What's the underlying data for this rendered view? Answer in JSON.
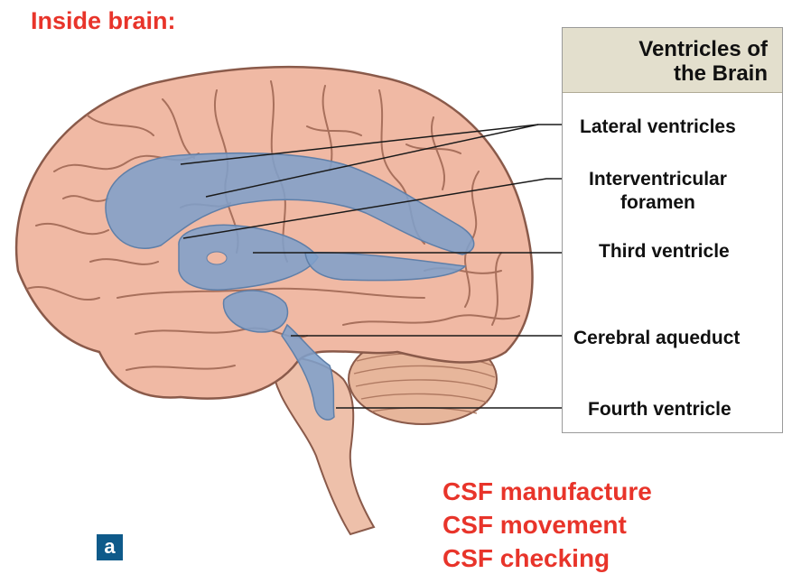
{
  "heading": "Inside brain:",
  "legend": {
    "title_line1": "Ventricles of",
    "title_line2": "the Brain",
    "labels": {
      "lateral_ventricles": "Lateral ventricles",
      "interventricular_line1": "Interventricular",
      "interventricular_line2": "foramen",
      "third_ventricle": "Third ventricle",
      "cerebral_aqueduct": "Cerebral aqueduct",
      "fourth_ventricle": "Fourth ventricle"
    }
  },
  "csf_items": [
    "CSF manufacture",
    "CSF movement",
    "CSF checking"
  ],
  "panel_badge": "a",
  "colors": {
    "heading_red": "#e8342a",
    "brain_pink": "#f0b9a4",
    "ventricle_blue": "#7f9fc9",
    "cerebellum_tan": "#e7b69b",
    "legend_header": "#e3dfcd",
    "badge_blue": "#0e5a8a"
  }
}
